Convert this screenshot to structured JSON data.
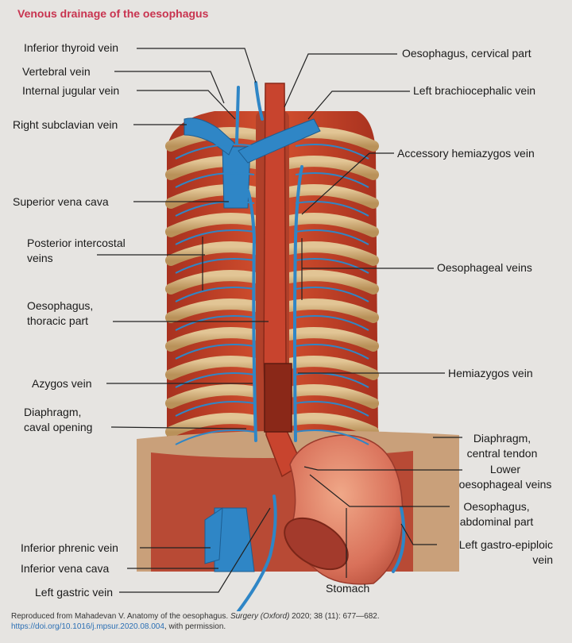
{
  "title": "Venous drainage of the oesophagus",
  "colors": {
    "title": "#c8334f",
    "vein": "#2f86c6",
    "muscle": "#c8442e",
    "rib": "#d2b07a",
    "background": "#e6e4e1",
    "link": "#2b6fb4"
  },
  "labels_left": [
    "Inferior thyroid vein",
    "Vertebral vein",
    "Internal jugular vein",
    "Right subclavian vein",
    "Superior vena cava",
    "Posterior intercostal\nveins",
    "Oesophagus,\nthoracic part",
    "Azygos vein",
    "Diaphragm,\ncaval opening",
    "Inferior phrenic vein",
    "Inferior vena cava",
    "Left gastric vein"
  ],
  "labels_right": [
    "Oesophagus, cervical part",
    "Left brachiocephalic vein",
    "Accessory hemiazygos vein",
    "Oesophageal veins",
    "Hemiazygos vein",
    "Diaphragm,\ncentral tendon",
    "Lower\noesophageal veins",
    "Oesophagus,\nabdominal part",
    "Left gastro-epiploic\nvein"
  ],
  "label_stomach": "Stomach",
  "caption": {
    "line1_prefix": "Reproduced from Mahadevan V. Anatomy of the oesophagus. ",
    "journal": "Surgery (Oxford)",
    "line1_suffix": " 2020; 38 (11): 677—682.",
    "doi": "https://doi.org/10.1016/j.mpsur.2020.08.004",
    "line2_suffix": ", with permission."
  }
}
